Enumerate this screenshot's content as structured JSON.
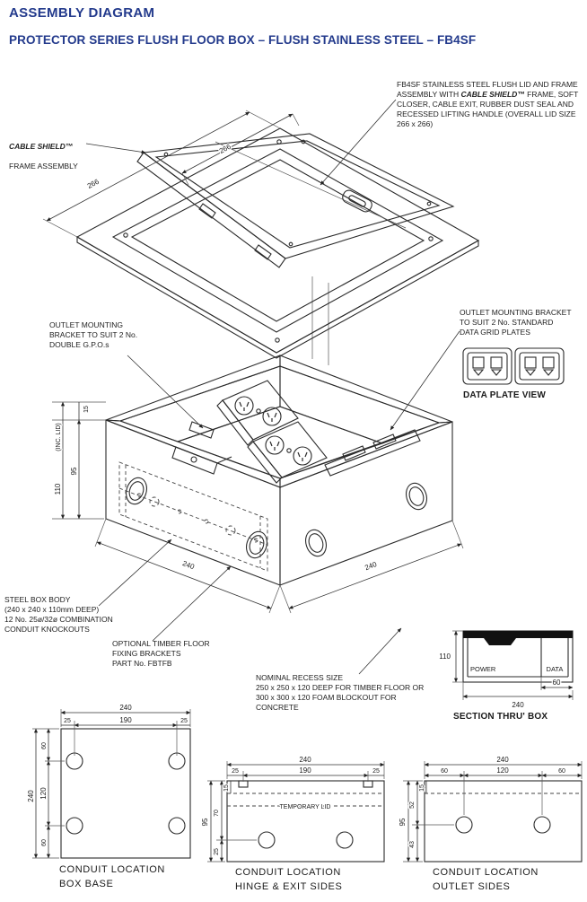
{
  "colors": {
    "heading_blue": "#233a8c",
    "line": "#2b2b2b"
  },
  "header": {
    "title": "ASSEMBLY DIAGRAM",
    "subtitle": "PROTECTOR SERIES FLUSH FLOOR BOX – FLUSH STAINLESS STEEL – FB4SF"
  },
  "notes": {
    "frame_note": {
      "brand": "CABLE SHIELD™",
      "rest": "FRAME ASSEMBLY"
    },
    "lid_note": {
      "pre": "FB4SF STAINLESS STEEL FLUSH LID AND FRAME ASSEMBLY WITH ",
      "brand": "CABLE SHIELD™",
      "post": " FRAME, SOFT CLOSER, CABLE EXIT, RUBBER DUST SEAL AND RECESSED LIFTING HANDLE (OVERALL LID SIZE 266 x 266)"
    },
    "gpo_note": "OUTLET MOUNTING\nBRACKET TO SUIT 2 No.\nDOUBLE G.P.O.s",
    "data_note": "OUTLET MOUNTING BRACKET\nTO SUIT 2 No. STANDARD\nDATA GRID PLATES",
    "data_plate_caption": "DATA PLATE VIEW",
    "box_body_note": "STEEL BOX BODY\n(240 x 240 x 110mm DEEP)\n12 No. 25ø/32ø COMBINATION\nCONDUIT KNOCKOUTS",
    "timber_note": "OPTIONAL TIMBER FLOOR\nFIXING BRACKETS\nPART No. FBTFB",
    "recess_note": "NOMINAL RECESS SIZE\n250 x 250 x 120 DEEP FOR TIMBER FLOOR OR\n300 x 300 x 120 FOAM BLOCKOUT FOR\nCONCRETE",
    "section_caption": "SECTION THRU' BOX"
  },
  "dims": {
    "lid_266_left": "266",
    "lid_266_right": "266",
    "height_110": "110",
    "height_110_suffix": "(INC. LID)",
    "lid_15": "15",
    "body_95": "95",
    "body_240_left": "240",
    "body_240_right": "240"
  },
  "section_view": {
    "power": "POWER",
    "data": "DATA",
    "h110": "110",
    "w240": "240",
    "d60": "60"
  },
  "box_base": {
    "caption1": "CONDUIT  LOCATION",
    "caption2": "BOX  BASE",
    "w240": "240",
    "w190": "190",
    "w25l": "25",
    "w25r": "25",
    "h240": "240",
    "h60t": "60",
    "h120": "120",
    "h60b": "60"
  },
  "hinge_exit": {
    "caption1": "CONDUIT  LOCATION",
    "caption2": "HINGE & EXIT SIDES",
    "temp_lid": "TEMPORARY LID",
    "w240": "240",
    "w25l": "25",
    "w190": "190",
    "w25r": "25",
    "h95": "95",
    "h15": "15",
    "h70": "70",
    "h25": "25"
  },
  "outlet_sides": {
    "caption1": "CONDUIT  LOCATION",
    "caption2": "OUTLET SIDES",
    "w240": "240",
    "w60l": "60",
    "w120": "120",
    "w60r": "60",
    "h95": "95",
    "h15": "15",
    "h52": "52",
    "h43": "43"
  }
}
